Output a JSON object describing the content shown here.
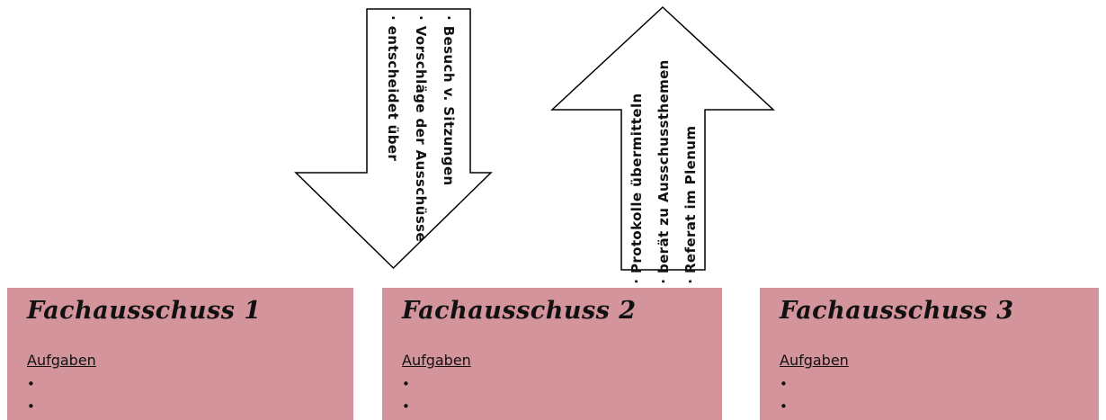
{
  "arrows": {
    "down": {
      "items": [
        "· entscheidet über",
        "· Vorschläge der Ausschüsse",
        "· Besuch v. Sitzungen"
      ]
    },
    "up": {
      "items": [
        "· Protokolle übermitteln",
        "· berät zu Ausschussthemen",
        "· Referat im Plenum"
      ]
    }
  },
  "committees": [
    {
      "title": "Fachausschuss 1",
      "subtitle": "Aufgaben",
      "bullets": [
        "•",
        "•"
      ]
    },
    {
      "title": "Fachausschuss 2",
      "subtitle": "Aufgaben",
      "bullets": [
        "•",
        "•"
      ]
    },
    {
      "title": "Fachausschuss 3",
      "subtitle": "Aufgaben",
      "bullets": [
        "•",
        "•"
      ]
    }
  ],
  "colors": {
    "box_bg": "#d4949c",
    "arrow_fill": "#ffffff",
    "arrow_stroke": "#000000"
  }
}
